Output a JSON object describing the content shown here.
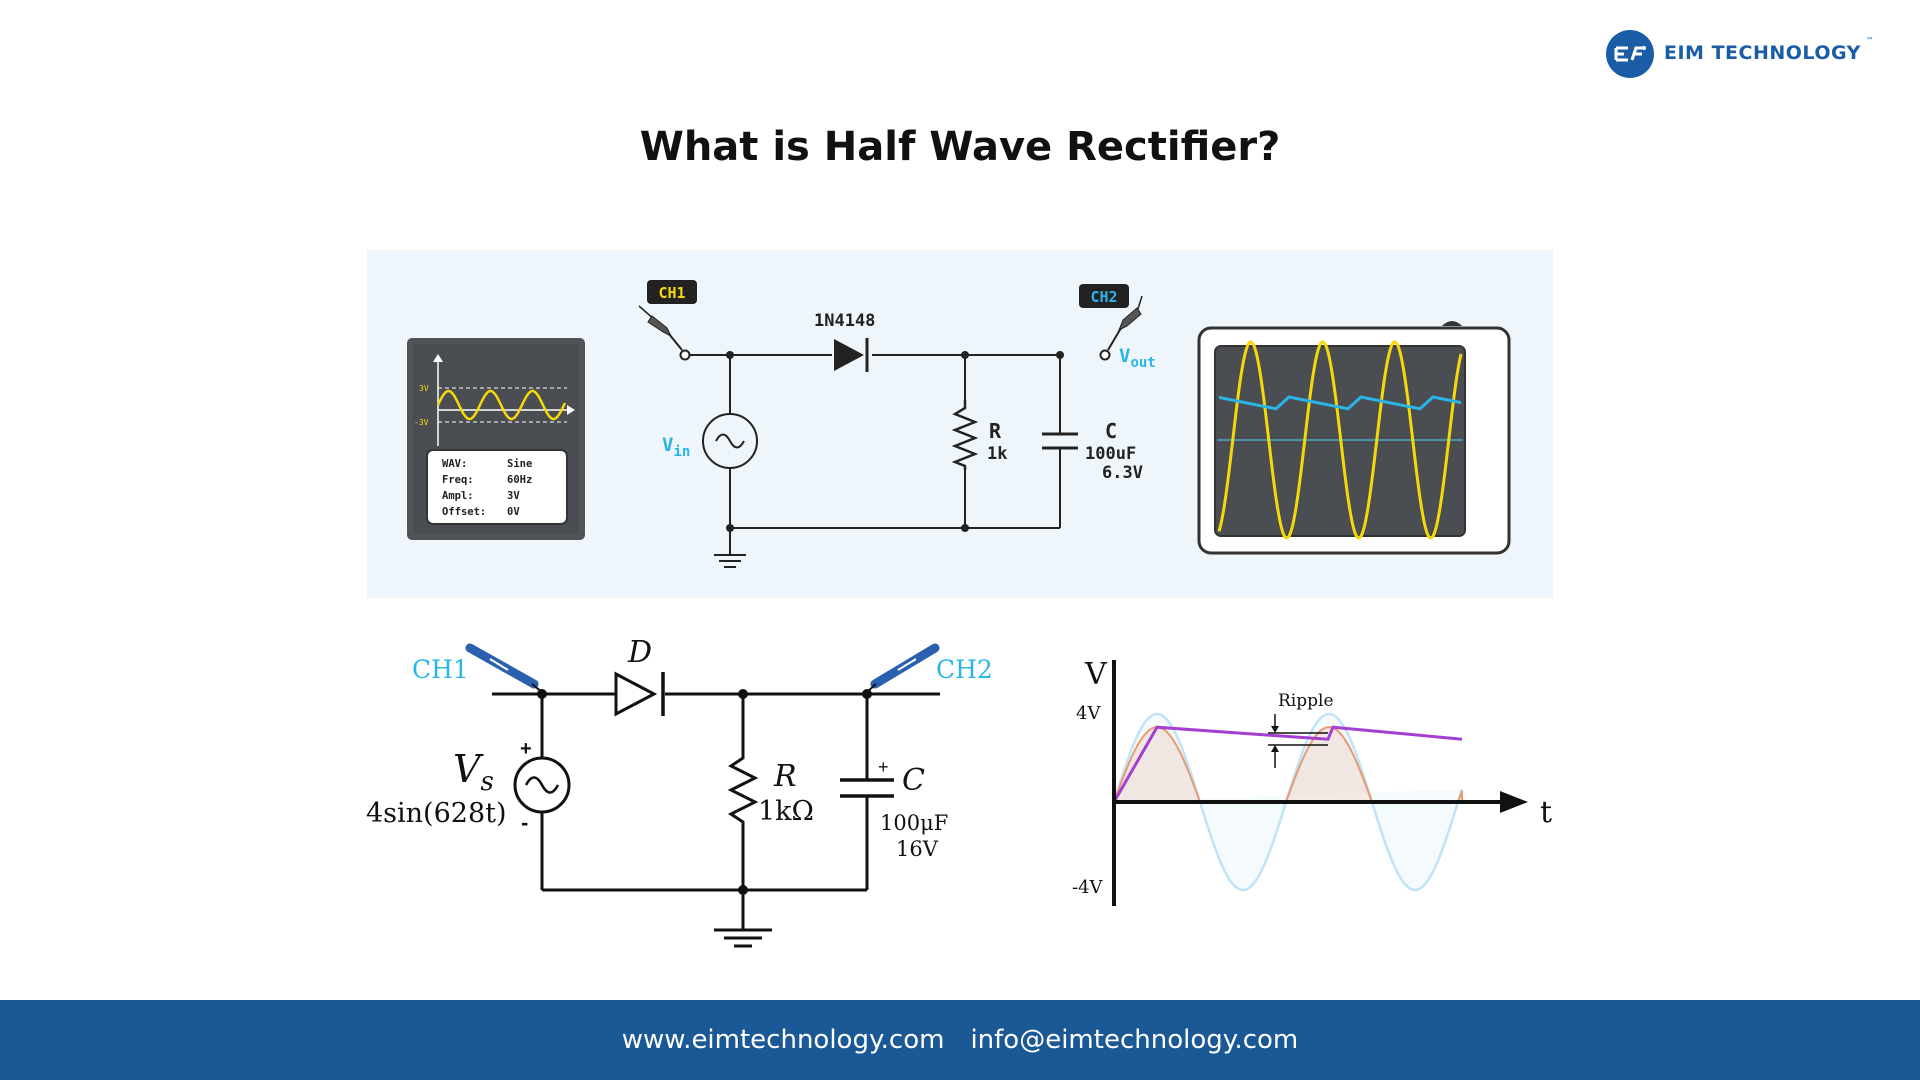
{
  "brand": {
    "name": "EIM TECHNOLOGY",
    "tm": "™",
    "color": "#1a5ca6"
  },
  "title": "What is Half Wave Rectifier?",
  "top_diagram": {
    "probe1": "CH1",
    "probe2": "CH2",
    "diode": "1N4148",
    "vin": {
      "main": "V",
      "sub": "in"
    },
    "vout": {
      "main": "V",
      "sub": "out"
    },
    "resistor": {
      "name": "R",
      "value": "1k"
    },
    "capacitor": {
      "name": "C",
      "value": "100uF",
      "voltage": "6.3V"
    },
    "generator": {
      "axis_high": "3V",
      "axis_low": "-3V",
      "rows": [
        {
          "key": "WAV:",
          "value": "Sine"
        },
        {
          "key": "Freq:",
          "value": "60Hz"
        },
        {
          "key": "Ampl:",
          "value": "3V"
        },
        {
          "key": "Offset:",
          "value": "0V"
        }
      ]
    }
  },
  "schematic": {
    "ch1": "CH1",
    "ch2": "CH2",
    "diode": "D",
    "source": {
      "main": "V",
      "sub": "s",
      "expr": "4sin(628t)",
      "plus": "+",
      "minus": "-"
    },
    "resistor": {
      "name": "R",
      "value": "1kΩ"
    },
    "capacitor": {
      "name": "C",
      "value": "100μF",
      "voltage": "16V",
      "plus": "+"
    }
  },
  "ripple_graph": {
    "y_label": "V",
    "x_label": "t",
    "y_high": "4V",
    "y_low": "-4V",
    "annotation": "Ripple"
  },
  "footer": {
    "website": "www.eimtechnology.com",
    "email": "info@eimtechnology.com"
  }
}
